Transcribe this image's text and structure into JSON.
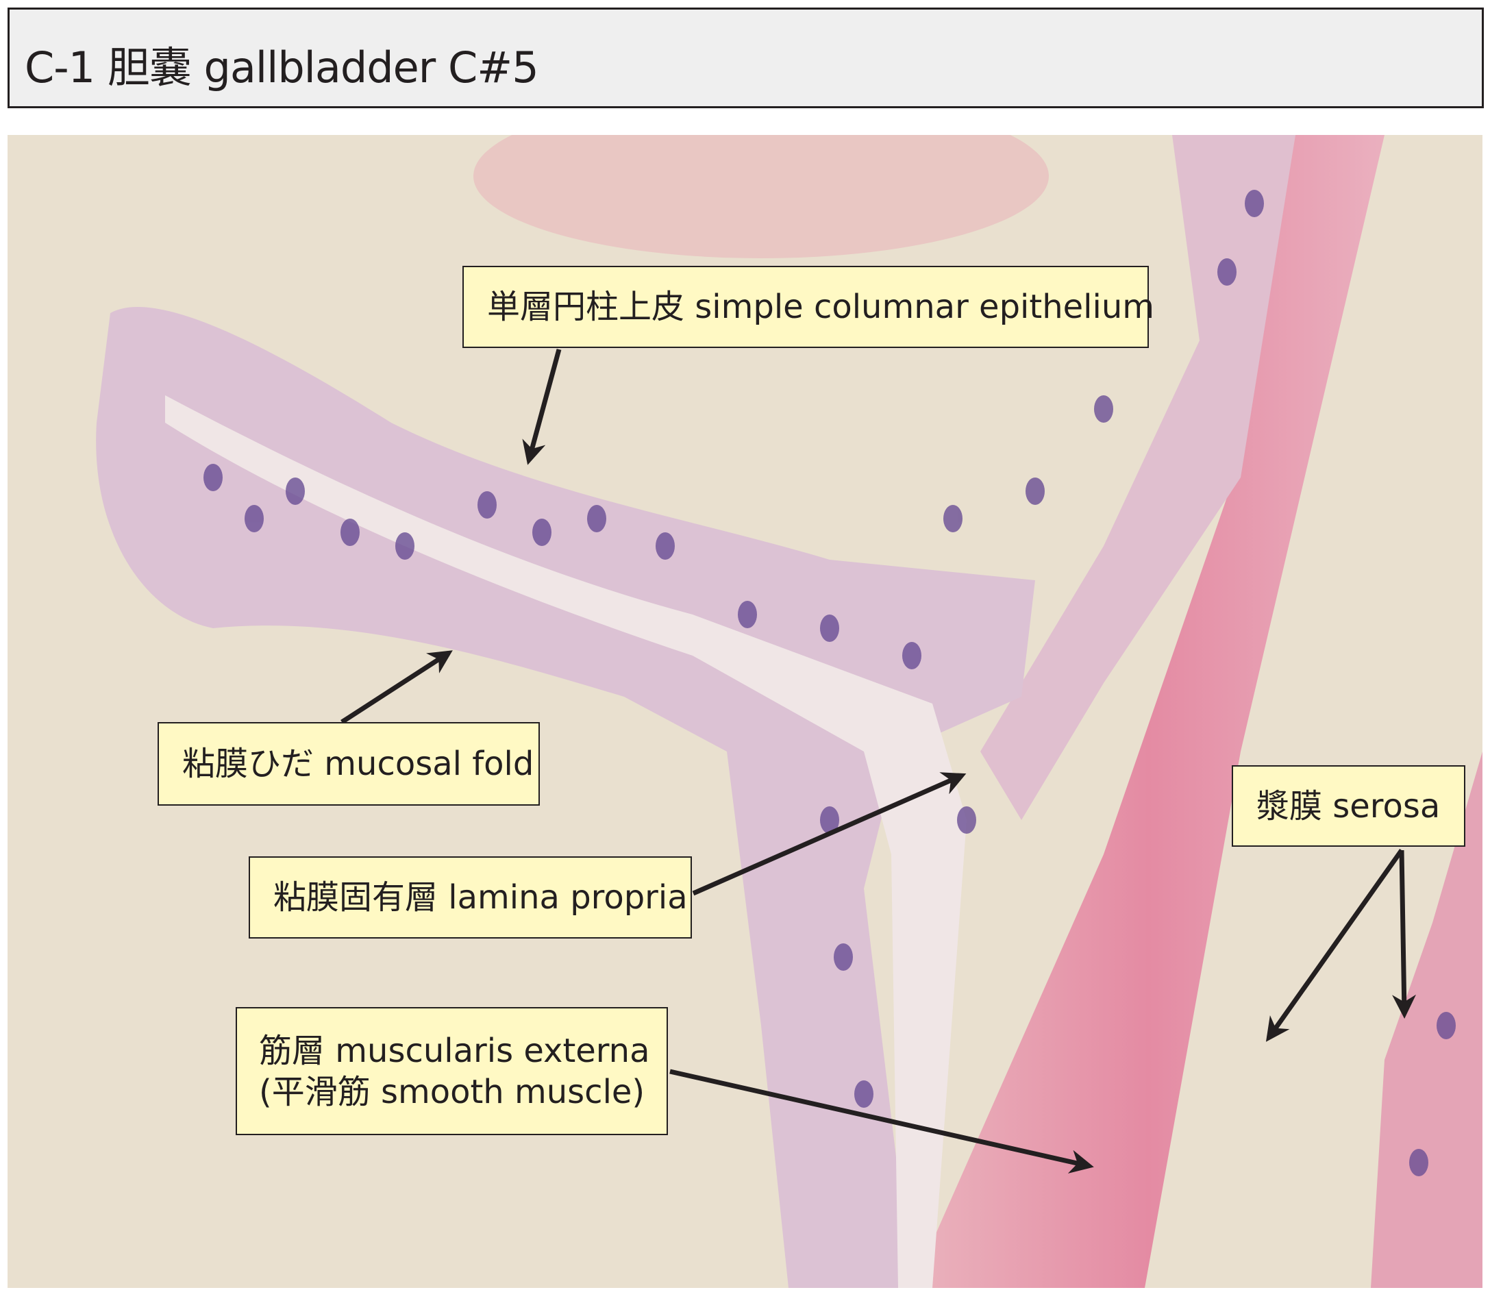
{
  "title": "C-1 胆嚢 gallbladder  C#5",
  "labels": {
    "epithelium": "単層円柱上皮 simple columnar epithelium",
    "mucosal_fold": "粘膜ひだ mucosal fold",
    "lamina_propria": "粘膜固有層 lamina propria",
    "muscularis_line1": "筋層 muscularis externa",
    "muscularis_line2": "(平滑筋 smooth muscle)",
    "serosa": "漿膜 serosa"
  },
  "colors": {
    "label_bg": "#fff9c4",
    "arrow": "#231f20",
    "background": "#e9e0cf",
    "tissue_pink": "#e59aae",
    "nuclei": "#6a4f95"
  }
}
